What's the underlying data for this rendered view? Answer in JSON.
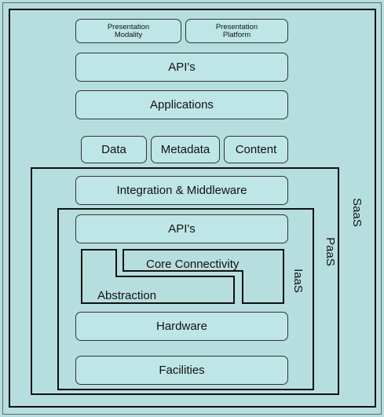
{
  "stack": {
    "presentation_modality": "Presentation Modality",
    "presentation_platform": "Presentation Platform",
    "apis_top": "API's",
    "applications": "Applications",
    "data": "Data",
    "metadata": "Metadata",
    "content": "Content",
    "integration_middleware": "Integration & Middleware",
    "apis_paas": "API's",
    "core_connectivity": "Core Connectivity",
    "abstraction": "Abstraction",
    "hardware": "Hardware",
    "facilities": "Facilities"
  },
  "layers": {
    "saas": "SaaS",
    "paas": "PaaS",
    "iaas": "IaaS"
  }
}
